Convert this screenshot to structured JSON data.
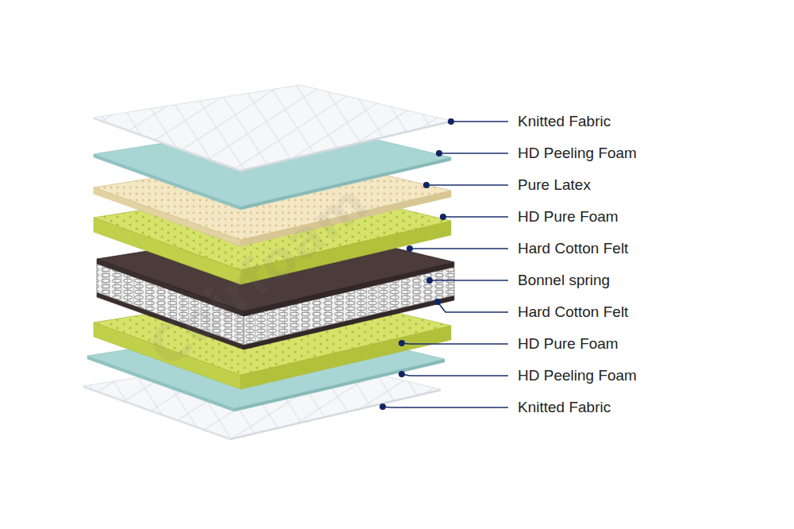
{
  "diagram": {
    "labels": [
      "Knitted Fabric",
      "HD Peeling Foam",
      "Pure Latex",
      "HD Pure Foam",
      "Hard Cotton Felt",
      "Bonnel spring",
      "Hard Cotton Felt",
      "HD Pure Foam",
      "HD Peeling Foam",
      "Knitted Fabric",
      "Coirfoam"
    ]
  }
}
